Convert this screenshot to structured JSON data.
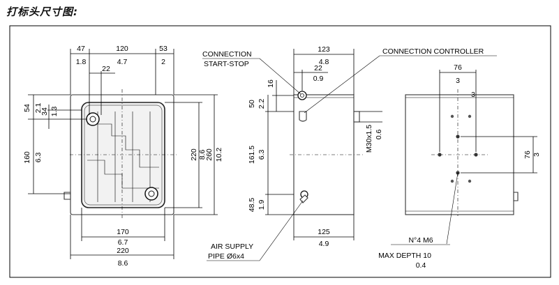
{
  "title": "打标头尺寸图:",
  "front": {
    "top_dims": [
      "47",
      "120",
      "53"
    ],
    "top_dims_inch": [
      "1.8",
      "4.7",
      "2"
    ],
    "inner_dim": "22",
    "left_dims": [
      "54",
      "34",
      "160"
    ],
    "left_dims_inch": [
      "2.1",
      "1.3",
      "6.3"
    ],
    "right_dims": [
      "220",
      "260"
    ],
    "right_dims_inch": [
      "8.6",
      "10.2"
    ],
    "bottom_dims": [
      "170",
      "220"
    ],
    "bottom_dims_inch": [
      "6.7",
      "8.6"
    ]
  },
  "side": {
    "label_connection_1": "CONNECTION",
    "label_connection_2": "START-STOP",
    "label_controller": "CONNECTION CONTROLLER",
    "label_air_1": "AIR SUPPLY",
    "label_air_2": "PIPE Ø6x4",
    "top_dim": "123",
    "top_dim_inch": "4.8",
    "conn_dim": "22",
    "conn_dim_inch": "0.9",
    "left_dims": [
      "16",
      "50",
      "161.5",
      "48.5"
    ],
    "left_dims_inch": [
      "2.2",
      "6.3",
      "1.9"
    ],
    "thread_label": "M30x1.5",
    "thread_inch": "0.6",
    "bottom_dim": "125",
    "bottom_dim_inch": "4.9"
  },
  "back": {
    "top_dim": "76",
    "top_dim_inch": "3",
    "small_label": "3",
    "right_dim": "76",
    "right_dim_inch": "3",
    "note_1": "N°4 M6",
    "note_2": "MAX DEPTH 10",
    "note_3": "0.4"
  }
}
